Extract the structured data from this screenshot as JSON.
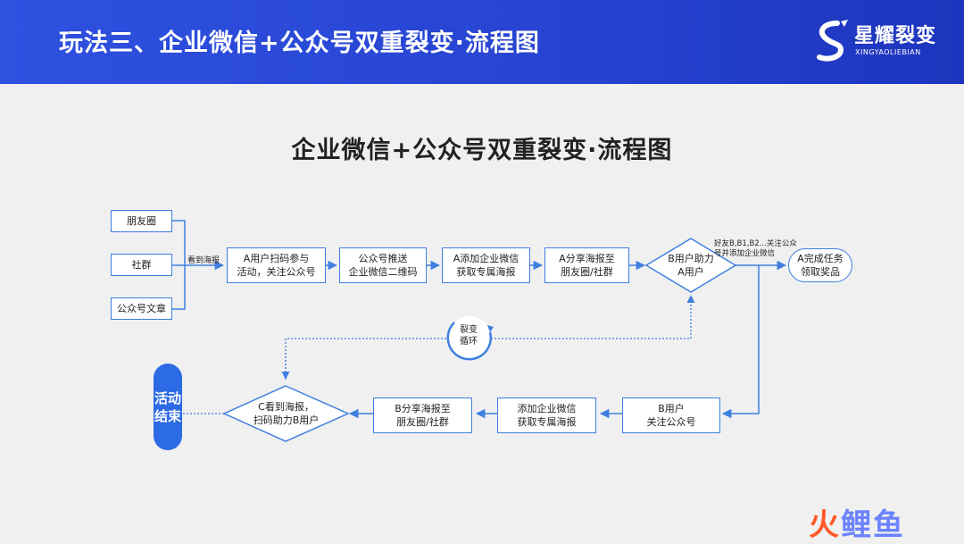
{
  "header": {
    "title": "玩法三、企业微信+公众号双重裂变·流程图",
    "logo_text": "星耀裂变",
    "logo_sub": "XINGYAOLIEBIAN"
  },
  "diagram": {
    "title": "企业微信+公众号双重裂变·流程图",
    "sources": [
      "朋友圈",
      "社群",
      "公众号文章"
    ],
    "edge_see_poster": "看到海报",
    "steps": {
      "a_scan": "A用户扫码参与\n活动，关注公众号",
      "push_qr": "公众号推送\n企业微信二维码",
      "a_add": "A添加企业微信\n获取专属海报",
      "a_share": "A分享海报至\n朋友圈/社群",
      "b_help": "B用户助力\nA用户",
      "b_note": "好友B,B1,B2...关注公众\n号并添加企业微信",
      "a_done": "A完成任务\n领取奖品",
      "loop": "裂变\n循环",
      "b_follow": "B用户\n关注公众号",
      "b_add": "添加企业微信\n获取专属海报",
      "b_share": "B分享海报至\n朋友圈/社群",
      "c_scan": "C看到海报，\n扫码助力B用户",
      "end": "活动\n结束"
    }
  },
  "watermark": {
    "char1": "火",
    "rest": "鲤鱼"
  },
  "colors": {
    "header_blue": "#2744d2",
    "flow_blue": "#3f7fe0",
    "end_blue": "#2d6ae5"
  }
}
